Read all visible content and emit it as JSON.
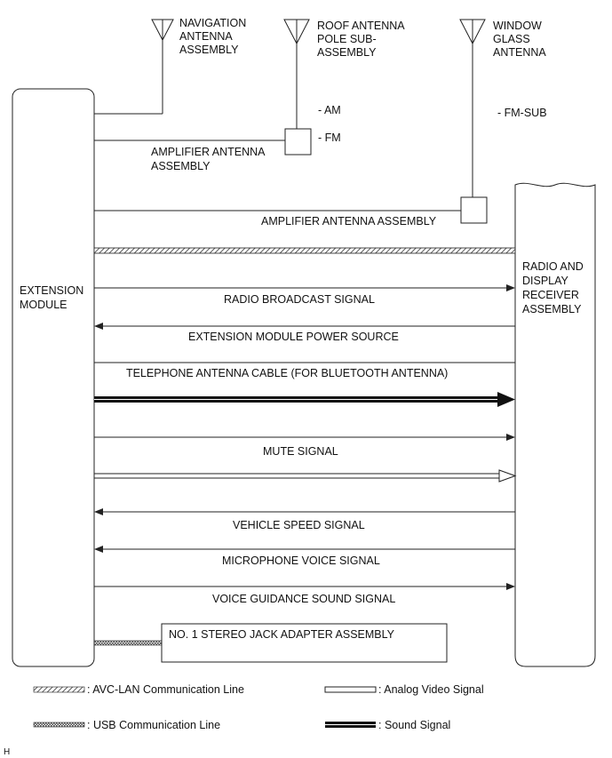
{
  "modules": {
    "extension_module": [
      "EXTENSION",
      "MODULE"
    ],
    "radio_receiver": [
      "RADIO AND",
      "DISPLAY",
      "RECEIVER",
      "ASSEMBLY"
    ]
  },
  "antennas": {
    "navigation": [
      "NAVIGATION",
      "ANTENNA",
      "ASSEMBLY"
    ],
    "roof": [
      "ROOF ANTENNA",
      "POLE SUB-",
      "ASSEMBLY"
    ],
    "window": [
      "WINDOW",
      "GLASS",
      "ANTENNA"
    ]
  },
  "antenna_labels": {
    "am": "- AM",
    "fm": "- FM",
    "fm_sub": "- FM-SUB",
    "amp_upper": [
      "AMPLIFIER ANTENNA",
      "ASSEMBLY"
    ],
    "amp_lower": "AMPLIFIER ANTENNA ASSEMBLY"
  },
  "signals": {
    "radio_broadcast": "RADIO BROADCAST SIGNAL",
    "power_source": "EXTENSION MODULE POWER SOURCE",
    "telephone_cable": "TELEPHONE ANTENNA CABLE (FOR BLUETOOTH ANTENNA)",
    "mute": "MUTE SIGNAL",
    "vehicle_speed": "VEHICLE SPEED SIGNAL",
    "microphone": "MICROPHONE VOICE SIGNAL",
    "voice_guidance": "VOICE GUIDANCE SOUND SIGNAL"
  },
  "stereo_jack": "NO. 1 STEREO JACK ADAPTER ASSEMBLY",
  "legend": {
    "avc_lan": ": AVC-LAN Communication Line",
    "analog_video": ": Analog Video Signal",
    "usb": ": USB Communication Line",
    "sound": ": Sound Signal"
  },
  "corner_mark": "H"
}
